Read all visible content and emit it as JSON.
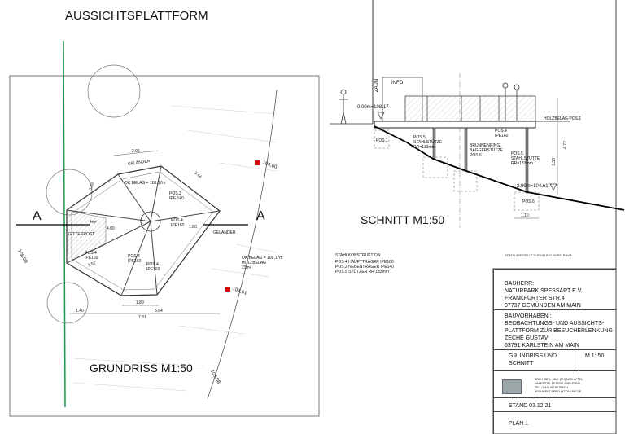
{
  "plan": {
    "title": "AUSSICHTSPLATTFORM",
    "caption": "GRUNDRISS M1:50",
    "section_mark": "A",
    "labels": {
      "gelaender_top": "GELÄNDER",
      "gelaender_right": "GELÄNDER",
      "ok_belag_top": "OK BELAG = 108,17m",
      "pos2": "POS.2 IPE 140",
      "pos4_a": "POS.4 IPE160",
      "pos4_b": "POS.4 IPE160",
      "pos4_c": "POS.4 IPE160",
      "pos4_d": "POS.4 IPE160",
      "area_small": "4m²",
      "gitterrost": "GITTERROST",
      "ok_belag_right": "OK BELAG = 108,17m",
      "holzbelag": "HOLZBELAG",
      "area_large": "23m²",
      "elev_1": "104,60",
      "elev_2": "104,61",
      "elev_3": "108,09",
      "elev_4": "105,08"
    },
    "dimensions": [
      "2.05",
      "3.44",
      "3.05",
      "4.00",
      "1.80",
      "1.89",
      "5.64",
      "7.31",
      "1.40",
      "3.52"
    ]
  },
  "section": {
    "caption": "SCHNITT M1:50",
    "zaun": "ZAUN",
    "info": "INFO",
    "level_top": "0.00m=108,17",
    "level_bottom": "-2.99m=104,61",
    "holzbelag": "HOLZBELAG POS.1",
    "pos4": "POS.4 IPE160",
    "pos5_left": "POS.5 STAHLSTÜTZE RR=133mm",
    "pos5_right": "POS.5 STAHLSTÜTZE RR=133mm",
    "brunnenring": "BRUNNENRING BAGGERSTÜTZE POS.6",
    "pos1": "POS.1",
    "pos6": "POS.6",
    "dim_height": "4.72",
    "dim_column": "3.33",
    "dim_foot": "1.10"
  },
  "steel": {
    "heading": "STAHLKONSTRUKTION",
    "rows": [
      "POS.4  HAUPTTRÄGER  IPE160",
      "POS.2  NEBENTRÄGER  IPE140",
      "POS.5  STÜTZEN          RR 133mm"
    ]
  },
  "static_note": "STATIK ERSTELLT DURCH ING.BÜRO BAYR",
  "titleblock": {
    "client_label": "BAUHERR:",
    "client_lines": [
      "NATURPARK SPESSART E.V.",
      "FRANKFURTER STR.4",
      "97737 GEMÜNDEN AM MAIN"
    ],
    "project_label": "BAUVORHABEN :",
    "project_lines": [
      "BEOBACHTUNGS- UND AUSSICHTS-",
      "PLATTFORM ZUR BESUCHERLENKUNG",
      "ZECHE GUSTAV",
      "63791 KARLSTEIN AM MAIN"
    ],
    "drawing": "GRUNDRISS  UND SCHNITT",
    "scale": "M 1: 50",
    "architect_lines": [
      "ARCH. DIPL.- ING. (FH) DIRK APPEL",
      "HAUPTSTR. 68   63791 KARLSTEIN",
      "TEL. / FAX.   06188 991621",
      "ARCHITEKT.APPEL@T-ONLINE.DE"
    ],
    "date": "STAND 03.12.21",
    "plan_no": "PLAN 1"
  }
}
